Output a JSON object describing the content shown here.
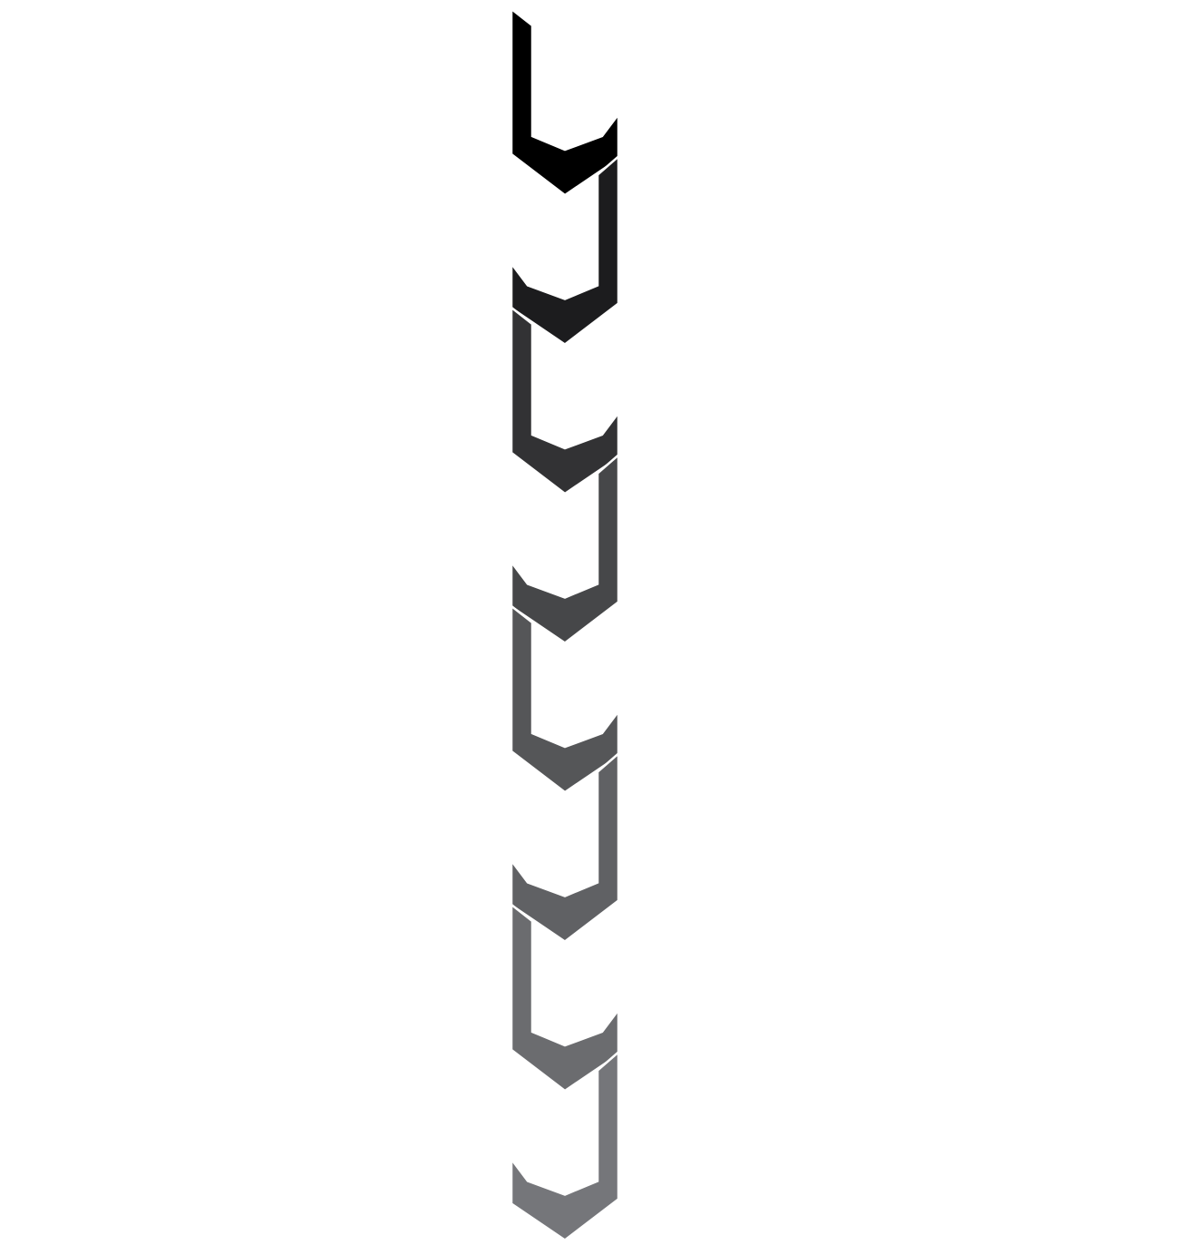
{
  "graphic": {
    "description_icon": "chevron-down-icon",
    "count": 8,
    "colors": [
      "#000000",
      "#1c1c1e",
      "#323234",
      "#464749",
      "#555658",
      "#606164",
      "#6b6c6f",
      "#75767a"
    ],
    "alternating_orientation": [
      "left-arm",
      "right-arm",
      "left-arm",
      "right-arm",
      "left-arm",
      "right-arm",
      "left-arm",
      "right-arm"
    ]
  }
}
